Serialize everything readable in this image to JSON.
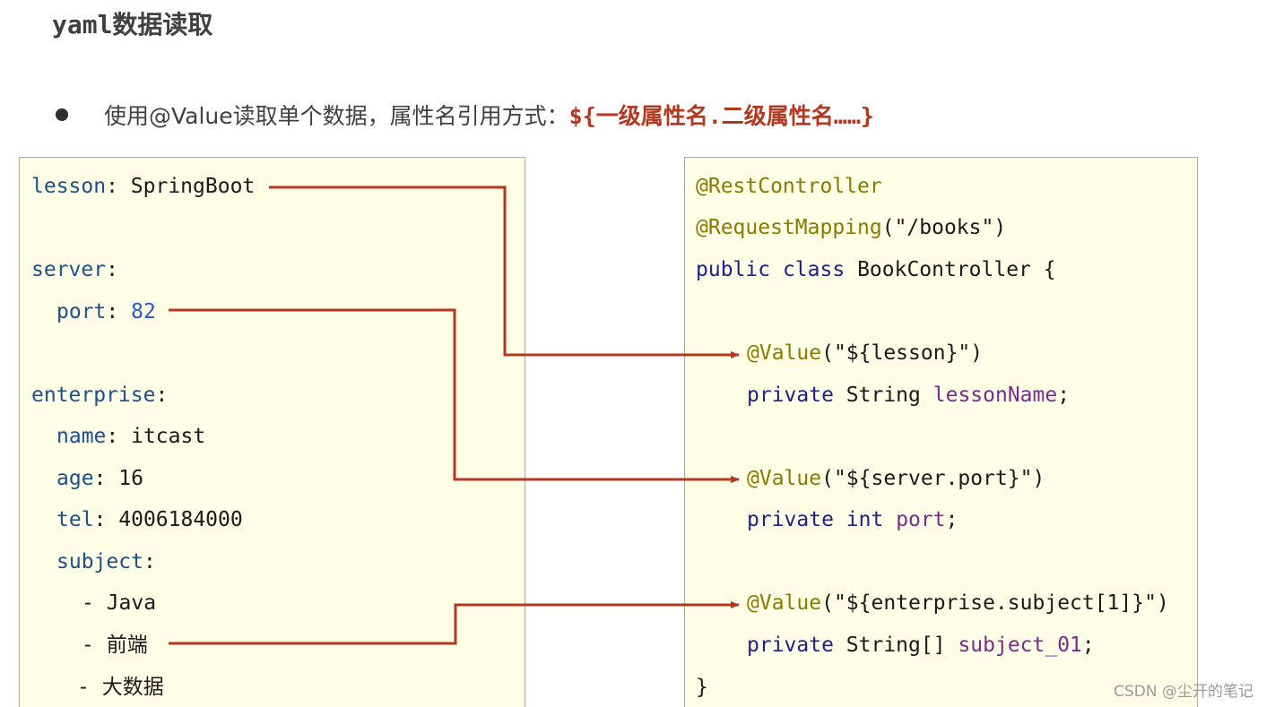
{
  "title": "yaml数据读取",
  "bullet": {
    "text": "使用@Value读取单个数据，属性名引用方式：",
    "syntax": "${一级属性名.二级属性名……}"
  },
  "yaml": {
    "lesson_key": "lesson",
    "lesson_value": "SpringBoot",
    "server_key": "server",
    "port_key": "port",
    "port_value": "82",
    "enterprise_key": "enterprise",
    "name_key": "name",
    "name_value": "itcast",
    "age_key": "age",
    "age_value": "16",
    "tel_key": "tel",
    "tel_value": "4006184000",
    "subject_key": "subject",
    "subject_items": [
      "Java",
      "前端",
      "大数据"
    ]
  },
  "java": {
    "rest_controller": "@RestController",
    "request_mapping": "@RequestMapping",
    "request_mapping_arg": "(\"/books\")",
    "public_kw": "public",
    "class_kw": "class",
    "class_name": "BookController {",
    "value1_ann": "@Value",
    "value1_arg": "(\"${lesson}\")",
    "private_kw": "private",
    "field1_type": "String",
    "field1_name": "lessonName",
    "value2_ann": "@Value",
    "value2_arg": "(\"${server.port}\")",
    "field2_type": "int",
    "field2_name": "port",
    "value3_ann": "@Value",
    "value3_arg": "(\"${enterprise.subject[1]}\")",
    "field3_type": "String[]",
    "field3_name": "subject_01",
    "closing": "}"
  },
  "colors": {
    "panel_bg": "#fefde6",
    "connector": "#b5371f",
    "key": "#1d4f8c",
    "annotation": "#8a7a00",
    "keyword": "#20208c",
    "field": "#7a2b8f"
  },
  "watermark": "CSDN @尘开的笔记"
}
